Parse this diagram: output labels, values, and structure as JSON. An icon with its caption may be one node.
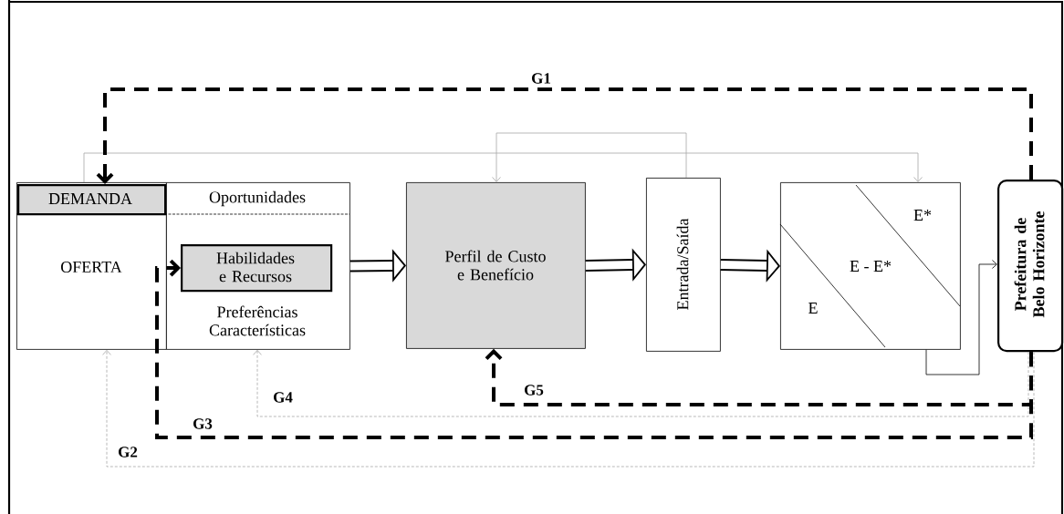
{
  "diagram": {
    "nodes": [
      {
        "text": [
          "OFERTA"
        ]
      },
      {
        "text": [
          "DEMANDA"
        ],
        "in": 0
      },
      {
        "text": [
          "Oportunidades",
          "Preferências Características"
        ]
      },
      {
        "text": [
          "Habilidades e Recursos"
        ],
        "in": 2
      },
      {
        "text": [
          "Perfil de Custo e Benefício"
        ]
      },
      {
        "text": [
          "Entrada/Saída"
        ]
      },
      {
        "text": [
          "E*",
          "E - E*",
          "E"
        ]
      },
      {
        "text": [
          "Prefeitura de Belo Horizonte"
        ]
      }
    ],
    "edges": [
      {
        "from": 2,
        "to": 4,
        "arrow": "to",
        "style": "thick"
      },
      {
        "from": 4,
        "to": 5,
        "arrow": "to",
        "style": "thick"
      },
      {
        "from": 5,
        "to": 6,
        "arrow": "to",
        "style": "thick"
      },
      {
        "from": 0,
        "to": 6,
        "arrow": "to",
        "color": "#a6a6a6"
      },
      {
        "from": 5,
        "to": 4,
        "arrow": "to",
        "color": "#a6a6a6"
      },
      {
        "from": 6,
        "to": 7,
        "arrow": "to"
      },
      {
        "from": 7,
        "to": 1,
        "arrow": "to",
        "style": "dashed",
        "label": "G1"
      },
      {
        "from": 7,
        "to": 0,
        "arrow": "to",
        "style": "dashed",
        "color": "#a6a6a6",
        "label": "G2"
      },
      {
        "from": 7,
        "to": 3,
        "arrow": "to",
        "style": "dashed",
        "label": "G3"
      },
      {
        "from": 7,
        "to": 2,
        "arrow": "to",
        "style": "dashed",
        "color": "#a6a6a6",
        "label": "G4"
      },
      {
        "from": 7,
        "to": 4,
        "arrow": "to",
        "style": "dashed",
        "label": "G5"
      }
    ]
  }
}
